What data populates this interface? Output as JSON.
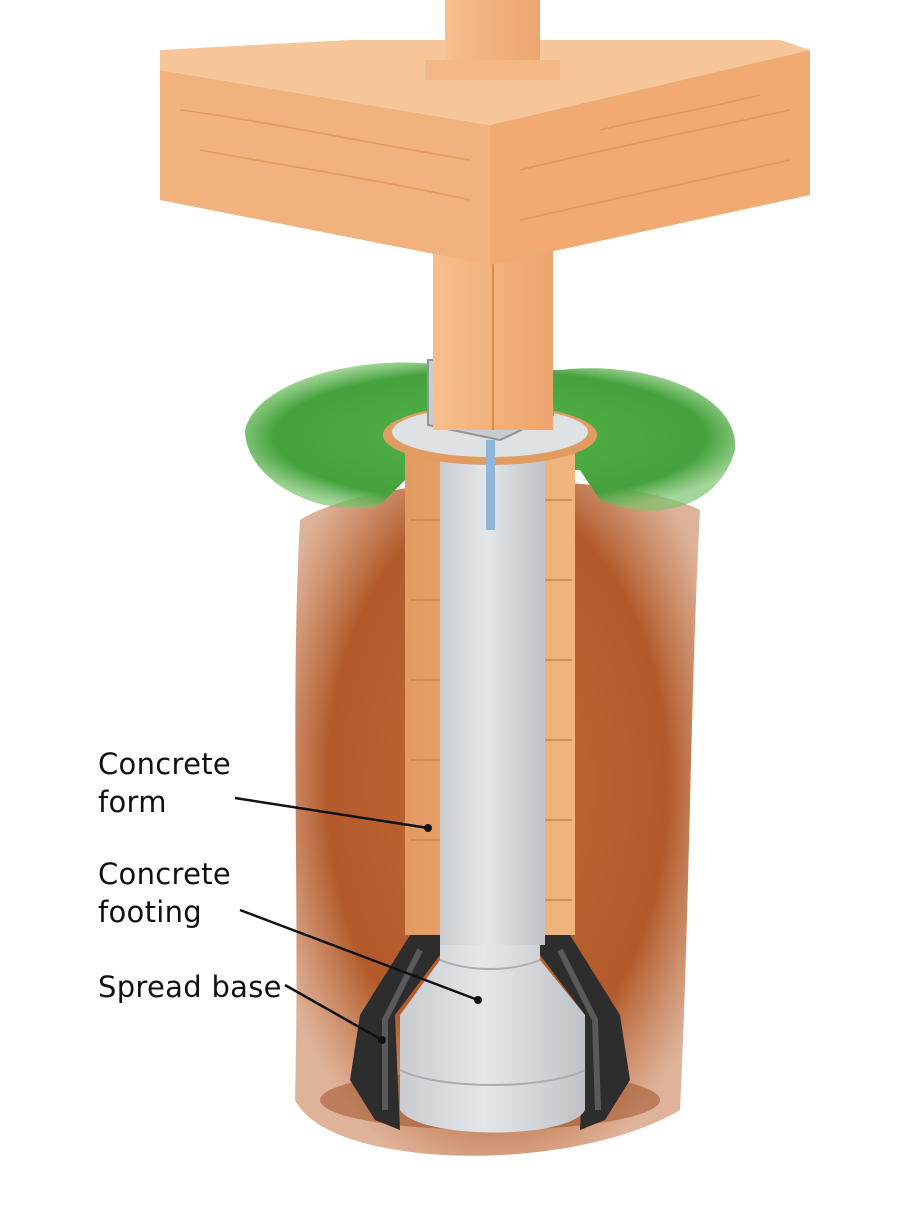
{
  "labels": {
    "concrete_form": "Concrete\nform",
    "concrete_footing": "Concrete\nfooting",
    "spread_base": "Spread base"
  },
  "colors": {
    "wood": "#f2b27e",
    "wood_dark": "#e09058",
    "grass": "#4cae45",
    "soil": "#b9602f",
    "concrete": "#d8dcdf",
    "form_tube": "#e8a76c",
    "base_black": "#2d2d2d",
    "rebar": "#8fb6d8",
    "steel": "#c9cdd0"
  },
  "icons": {
    "post_bracket": "post-base-bracket-icon"
  }
}
